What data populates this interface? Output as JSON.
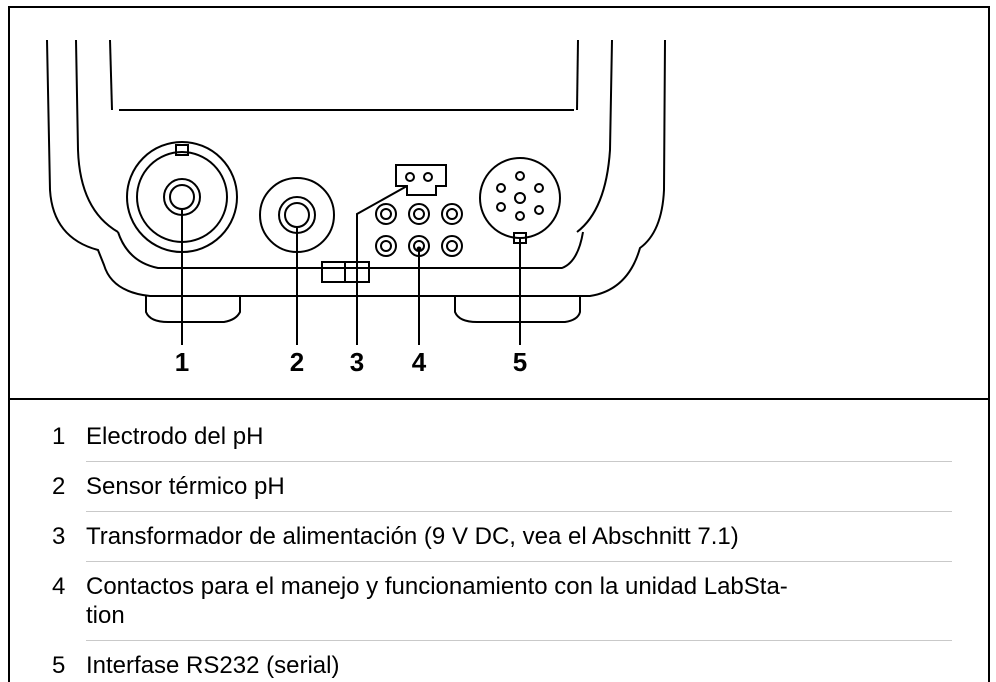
{
  "figure": {
    "callouts": [
      "1",
      "2",
      "3",
      "4",
      "5"
    ]
  },
  "legend": [
    {
      "num": "1",
      "text": "Electrodo del pH"
    },
    {
      "num": "2",
      "text": "Sensor térmico pH"
    },
    {
      "num": "3",
      "text": "Transformador de alimentación (9 V DC, vea el Abschnitt 7.1)"
    },
    {
      "num": "4",
      "text_line1": "Contactos para el manejo y funcionamiento con la unidad LabSta-",
      "text_line2": "tion"
    },
    {
      "num": "5",
      "text": "Interfase RS232 (serial)"
    }
  ]
}
